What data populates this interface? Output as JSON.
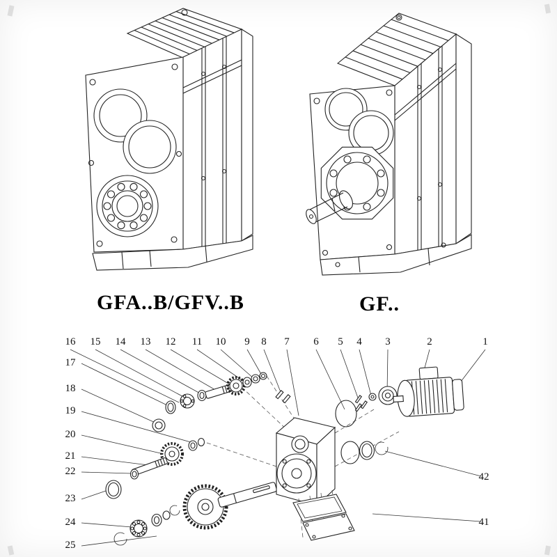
{
  "page": {
    "background": "#ffffff",
    "line_color": "#1c1c1c"
  },
  "models": {
    "left_label": "GFA..B/GFV..B",
    "right_label": "GF.."
  },
  "exploded": {
    "top_labels": [
      "16",
      "15",
      "14",
      "13",
      "12",
      "11",
      "10",
      "9",
      "8",
      "7",
      "6",
      "5",
      "4",
      "3",
      "2",
      "1"
    ],
    "left_labels": [
      "17",
      "18",
      "19",
      "20",
      "21",
      "22",
      "23",
      "24",
      "25"
    ],
    "right_labels": [
      "42",
      "41"
    ]
  }
}
